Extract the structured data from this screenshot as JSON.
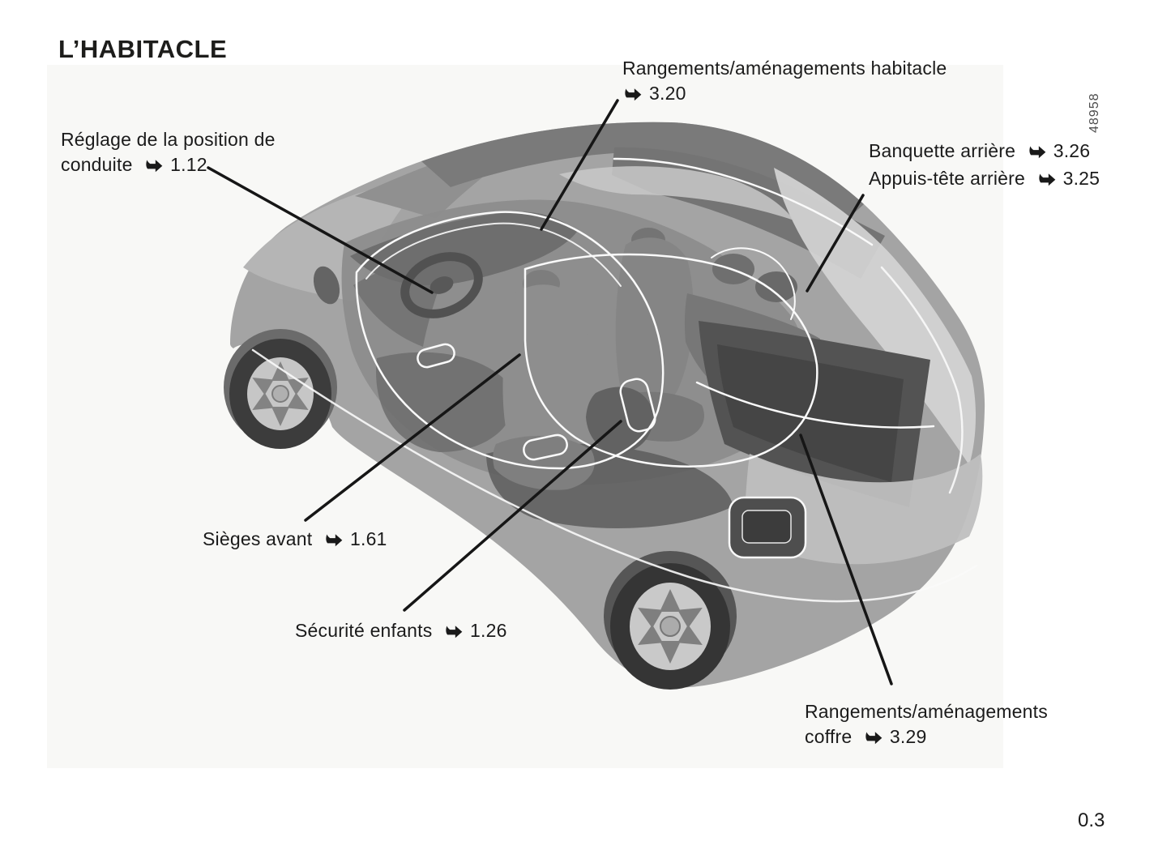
{
  "page": {
    "title": "L’HABITACLE",
    "page_number": "0.3",
    "figure_ref": "48958"
  },
  "labels": {
    "storage_cabin": {
      "line1": "Rangements/aménagements habitacle",
      "ref": "3.20"
    },
    "driving_position": {
      "line1": "Réglage de la position de",
      "line2": "conduite",
      "ref": "1.12"
    },
    "rear_bench": {
      "text": "Banquette arrière",
      "ref": "3.26"
    },
    "rear_headrests": {
      "text": "Appuis-tête arrière",
      "ref": "3.25"
    },
    "front_seats": {
      "text": "Sièges avant",
      "ref": "1.61"
    },
    "child_safety": {
      "text": "Sécurité enfants",
      "ref": "1.26"
    },
    "storage_boot": {
      "line1": "Rangements/aménagements",
      "line2": "coffre",
      "ref": "3.29"
    }
  }
}
